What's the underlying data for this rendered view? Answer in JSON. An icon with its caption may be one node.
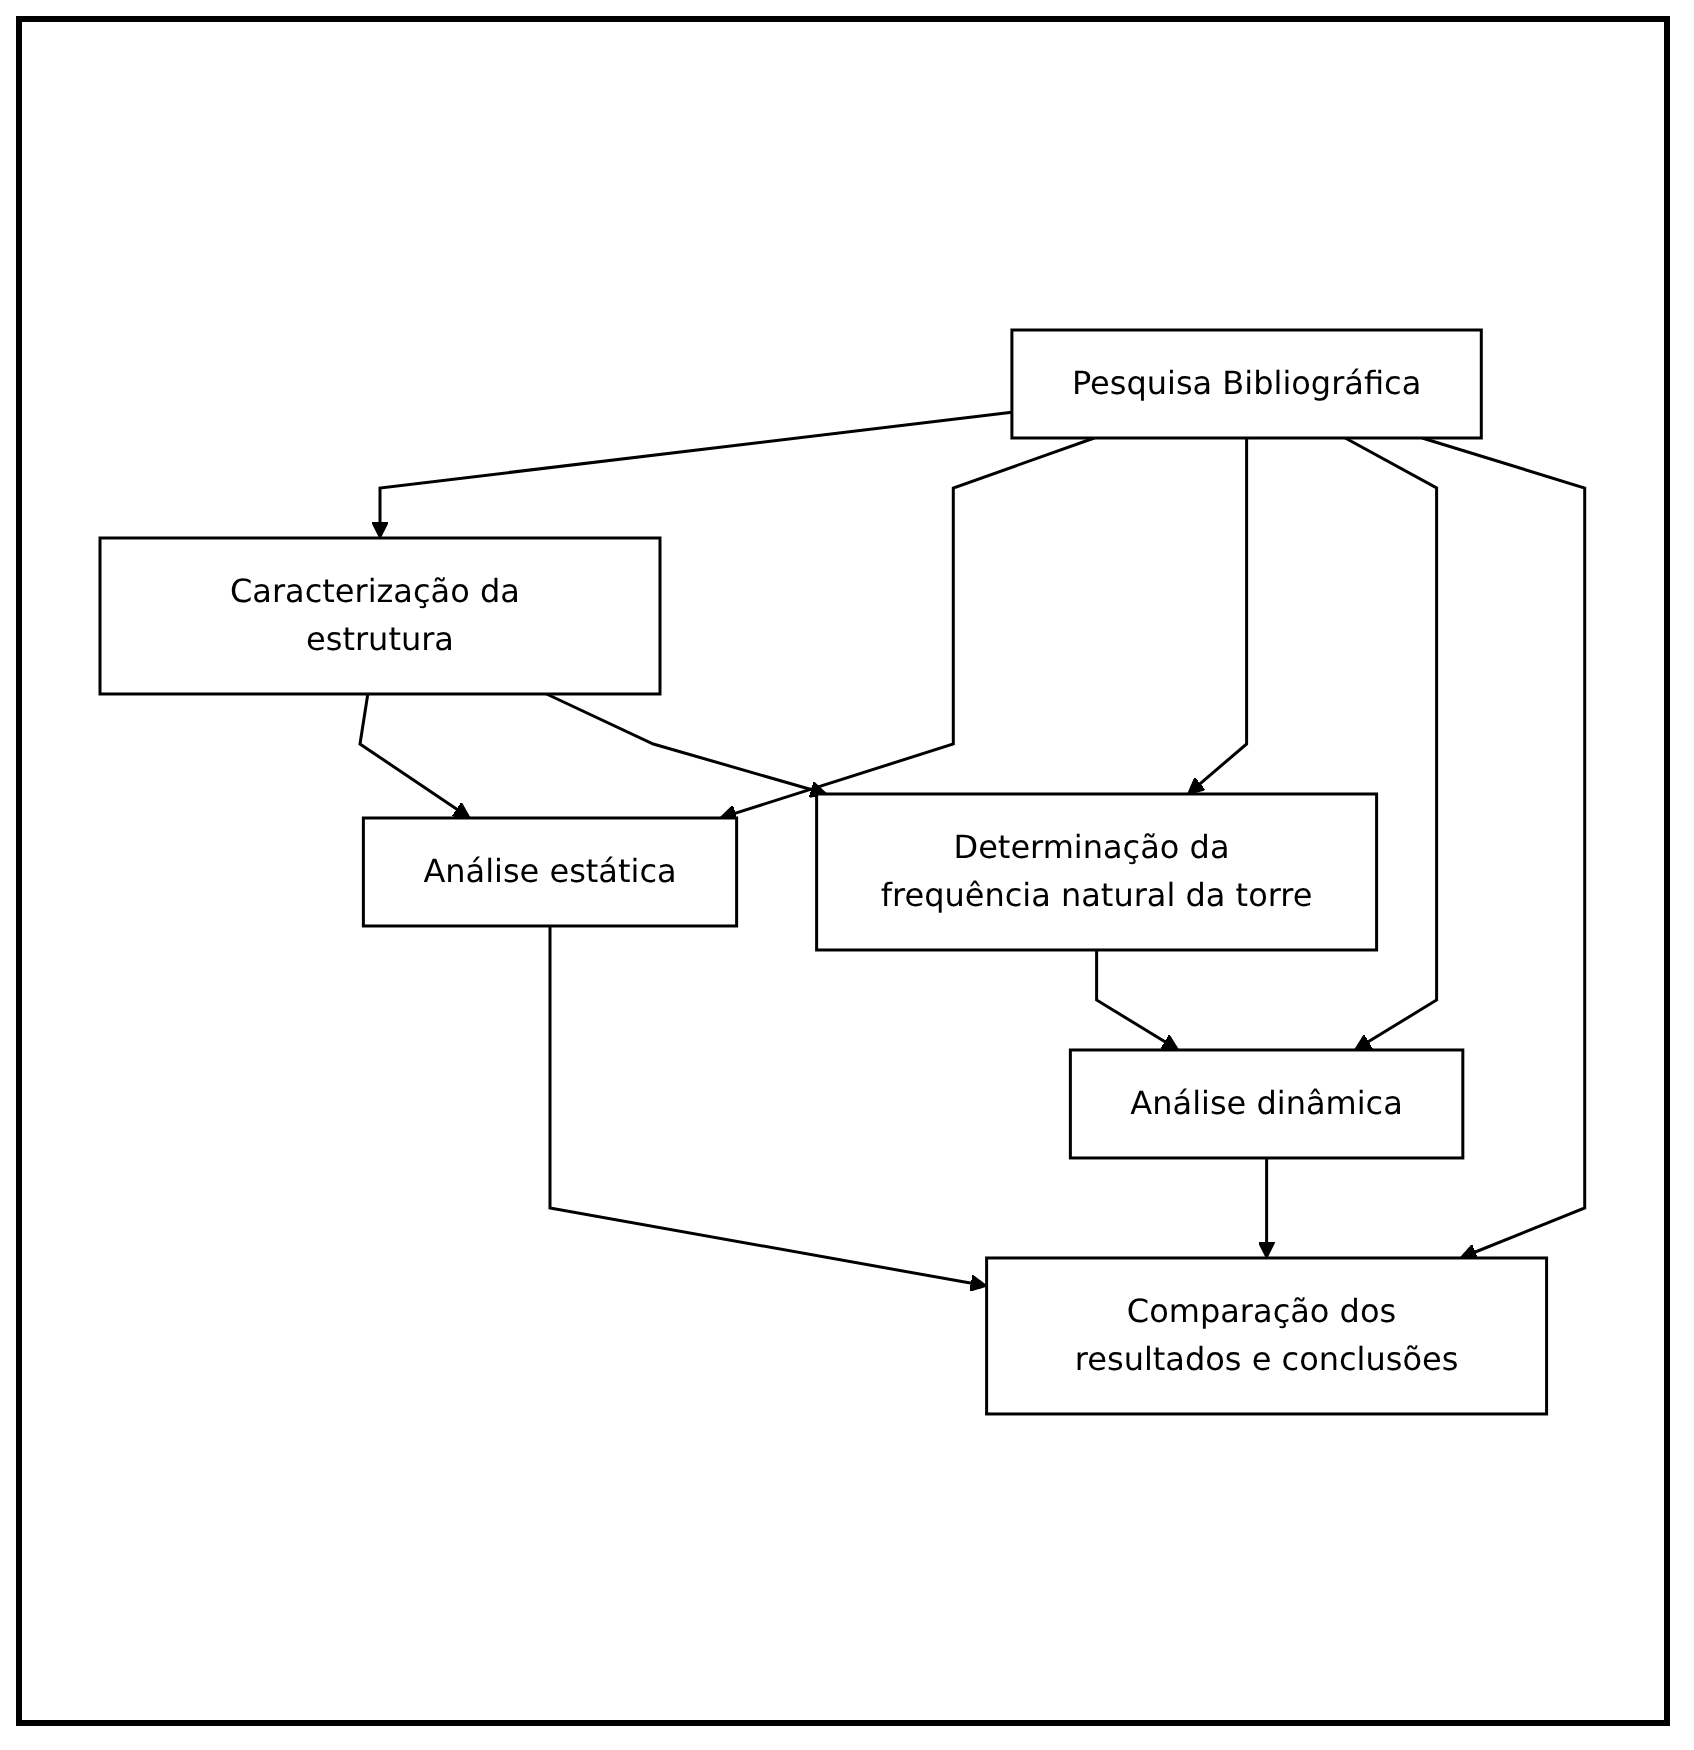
{
  "diagram": {
    "nodes": [
      {
        "text": [
          "Pesquisa Bibliográfica"
        ]
      },
      {
        "text": [
          "Caracterização da estrutura"
        ]
      },
      {
        "text": [
          "Análise estática"
        ]
      },
      {
        "text": [
          "Determinação da frequência natural da torre"
        ]
      },
      {
        "text": [
          "Análise dinâmica"
        ]
      },
      {
        "text": [
          "Comparação dos resultados e conclusões"
        ]
      }
    ],
    "edges": [
      {
        "from": 0,
        "to": 1,
        "arrow": "to"
      },
      {
        "from": 0,
        "to": 2,
        "arrow": "to"
      },
      {
        "from": 0,
        "to": 3,
        "arrow": "to"
      },
      {
        "from": 0,
        "to": 4,
        "arrow": "to"
      },
      {
        "from": 0,
        "to": 5,
        "arrow": "to"
      },
      {
        "from": 1,
        "to": 2,
        "arrow": "to"
      },
      {
        "from": 1,
        "to": 3,
        "arrow": "to"
      },
      {
        "from": 3,
        "to": 4,
        "arrow": "to"
      },
      {
        "from": 2,
        "to": 5,
        "arrow": "to"
      },
      {
        "from": 4,
        "to": 5,
        "arrow": "to"
      }
    ]
  }
}
